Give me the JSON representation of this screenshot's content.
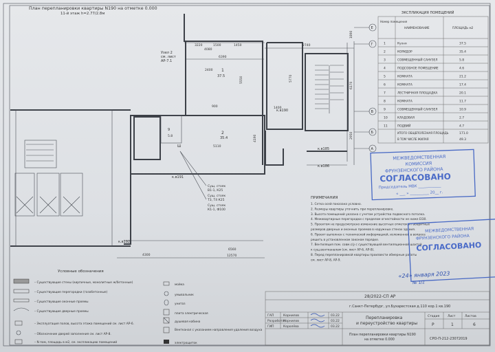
{
  "plan": {
    "title": "План перепланировки квартиры N190 на отметке 0.000",
    "floor_info": "11-й этаж  h=2.77/2.8м",
    "node_label": "Узел 2",
    "node_ref": "см. лист",
    "node_sheet": "АР-7.1",
    "dims": [
      "2740",
      "6390",
      "5550",
      "4080",
      "2400",
      "3220",
      "1450",
      "1500",
      "900",
      "1400",
      "4300",
      "4190",
      "5110",
      "6560",
      "12570",
      "1890",
      "2950",
      "5770",
      "6170"
    ],
    "room1": "1",
    "room1_area": "37.5",
    "room2": "2",
    "room2_area": "35.4",
    "room9": "9",
    "room9_area": "5.8",
    "marks": [
      "к.в190",
      "к.в191",
      "к.в192",
      "к.в185",
      "к.в186",
      "Ш"
    ],
    "existing": [
      "Сущ. стояк",
      "В1-1, К25",
      "Сущ. стояк",
      "Т3, Т4 К25",
      "Сущ. стояк",
      "К1-1, Ф100"
    ],
    "axes": [
      "Е",
      "Г",
      "В",
      "Б",
      "А"
    ]
  },
  "explication": {
    "title": "ЭКСПЛИКАЦИЯ ПОМЕЩЕНИЙ",
    "headers": [
      "Номер помещения",
      "НАИМЕНОВАНИЕ",
      "ПЛОЩАДЬ м2"
    ],
    "rows": [
      [
        "1",
        "Кухня",
        "37.5"
      ],
      [
        "2",
        "КОРИДОР",
        "35.4"
      ],
      [
        "3",
        "СОВМЕЩЕННЫЙ САНУЗЕЛ",
        "5.8"
      ],
      [
        "4",
        "ПОДСОБНОЕ ПОМЕЩЕНИЕ",
        "4.6"
      ],
      [
        "5",
        "КОМНАТА",
        "21.2"
      ],
      [
        "6",
        "КОМНАТА",
        "17.4"
      ],
      [
        "7",
        "ЛЕСТНИЧНАЯ ПЛОЩАДКА",
        "20.1"
      ],
      [
        "8",
        "КОМНАТА",
        "11.7"
      ],
      [
        "9",
        "СОВМЕЩЕННЫЙ САНУЗЕЛ",
        "10.9"
      ],
      [
        "10",
        "КЛАДОВАЯ",
        "2.7"
      ],
      [
        "11",
        "ПОДВИЙ",
        "4.7"
      ]
    ],
    "total_label": "ИТОГО ОБЩЕПОЛЕЗНАЯ ПЛОЩАДЬ",
    "total_value": "171.0",
    "living_label": "В ТОМ ЧИСЛЕ ЖИЛАЯ",
    "living_value": "49.3"
  },
  "stamps": {
    "s1_l1": "МЕЖВЕДОМСТВЕННАЯ",
    "s1_l2": "КОМИССИЯ",
    "s1_l3": "ФРУНЗЕНСКОГО РАЙОНА",
    "s1_l4": "СОГЛАСОВАНО",
    "s1_l5": "Председатель МВК ____________",
    "s1_l6": "« ___ » __________ 20__ г.",
    "s2_l1": "МЕЖВЕДОМСТВЕННАЯ",
    "s2_l2": "ФРУНЗЕНСКОГО РАЙОНА",
    "s2_l3": "СОГЛАСОВАНО",
    "s2_hand": "«24» января 2023",
    "s2_num": "№ 1/2"
  },
  "notes": {
    "title": "ПРИМЕЧАНИЯ",
    "items": [
      "1. Сетка осей показана условно.",
      "2. Размеры квартиры уточнить при перепланировке.",
      "3. Высота помещений указана с учетом устройства подвесного потолка.",
      "4. Межквартирные перегородки с пределом огнестойкости не ниже EI30.",
      "5. Проектом не предусмотрено изменение высотных отметок и габаритных",
      "размеров дверных и оконных проемов в наружных стенах здания.",
      "6. Проект выполнен с технической информацией, изложенной в вопросе",
      "решить в установленном законом порядке.",
      "7. Вентиляция пом. совм.с/у с существующей вентиляционной шахтой",
      "к сущ.вентканалам (см. лист АР-6, АР-8).",
      "8. Перед перепланировкой квартиры произвести обмерные работы",
      "см. лист АР-8, АР-9."
    ]
  },
  "legend": {
    "title": "Условные обозначения",
    "left": [
      "– Существующие стены (кирпичные, монолитные ж/бетонные)",
      "– Существующие перегородки (газобетонные)",
      "– Существующие оконные проемы",
      "– Существующие дверные проемы",
      "– Эксплуатация полов, высота этажа помещений см. лист АР-6.",
      "– Обозначение дверей заполнения см. лист АР-8.",
      "– N пом, площадь в м2, см. экспликацию помещений"
    ],
    "right": [
      "мойка",
      "умывальник",
      "унитаз",
      "плита электрическая",
      "душевая кабина",
      "Вентканал с указанием направления удаления воздуха",
      "электрощиток"
    ]
  },
  "title_block": {
    "code": "28/2022-СП АР",
    "address": "г.Санкт-Петербург, ул.Бухарестская д.110 кор.1 кв.190",
    "roles": [
      "ГАП",
      "Разработал",
      "ГИП"
    ],
    "names": [
      "Корнилов",
      "Корнилов",
      "Королёва"
    ],
    "dates": [
      "03.22",
      "03.22",
      "03.22"
    ],
    "project": "Перепланировка",
    "project2": "и переустройство квартиры",
    "sheet_desc": "План перепланировки квартиры N190",
    "sheet_desc2": "на отметке 0.000",
    "stage_label": "Стадия",
    "sheet_label": "Лист",
    "sheets_label": "Листов",
    "stage": "Р",
    "sheet_no": "1",
    "sheets_total": "6",
    "org": "СРО-П-212-23072019"
  }
}
